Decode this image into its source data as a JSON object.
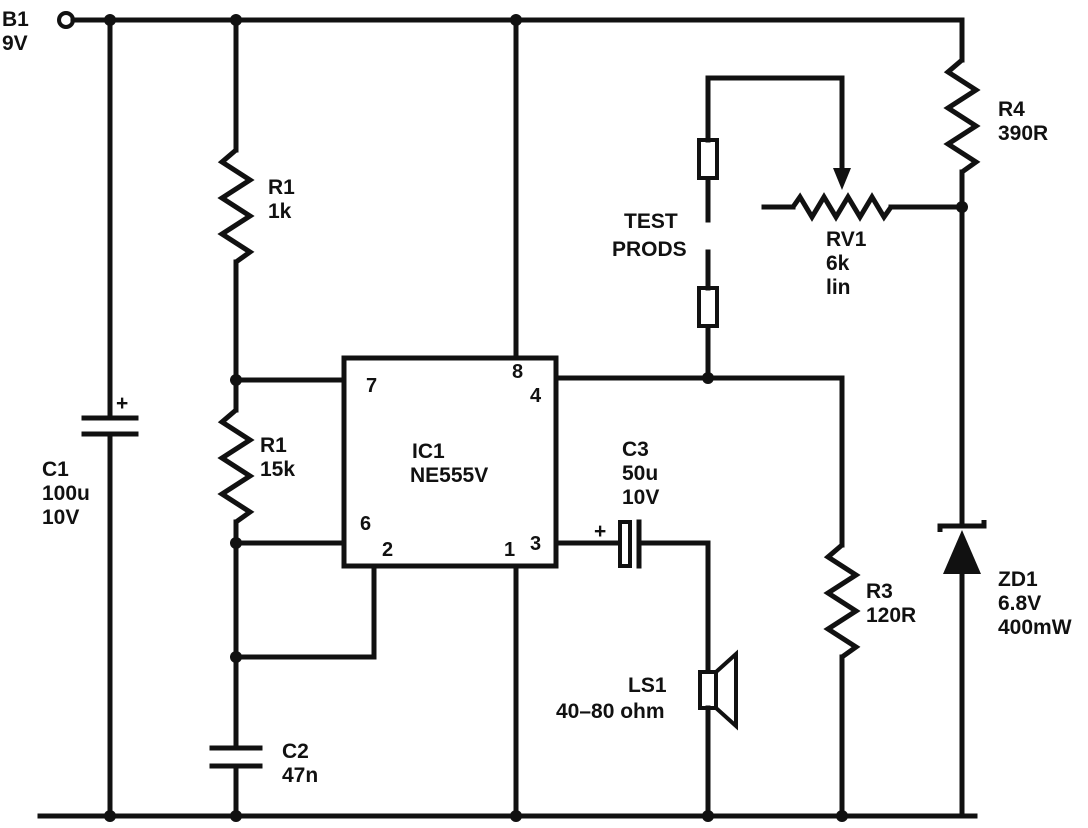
{
  "battery": {
    "ref": "B1",
    "value": "9V"
  },
  "c1": {
    "ref": "C1",
    "value": "100u",
    "rating": "10V",
    "polarity": "+"
  },
  "r1_top": {
    "ref": "R1",
    "value": "1k"
  },
  "r1_mid": {
    "ref": "R1",
    "value": "15k"
  },
  "c2": {
    "ref": "C2",
    "value": "47n"
  },
  "ic1": {
    "ref": "IC1",
    "part": "NE555V",
    "pins": {
      "p1": "1",
      "p2": "2",
      "p3": "3",
      "p4": "4",
      "p6": "6",
      "p7": "7",
      "p8": "8"
    }
  },
  "c3": {
    "ref": "C3",
    "value": "50u",
    "rating": "10V",
    "polarity": "+"
  },
  "ls1": {
    "ref": "LS1",
    "value": "40–80 ohm"
  },
  "test_prods": {
    "line1": "TEST",
    "line2": "PRODS"
  },
  "rv1": {
    "ref": "RV1",
    "value": "6k",
    "taper": "lin"
  },
  "r4": {
    "ref": "R4",
    "value": "390R"
  },
  "r3": {
    "ref": "R3",
    "value": "120R"
  },
  "zd1": {
    "ref": "ZD1",
    "value": "6.8V",
    "power": "400mW"
  }
}
